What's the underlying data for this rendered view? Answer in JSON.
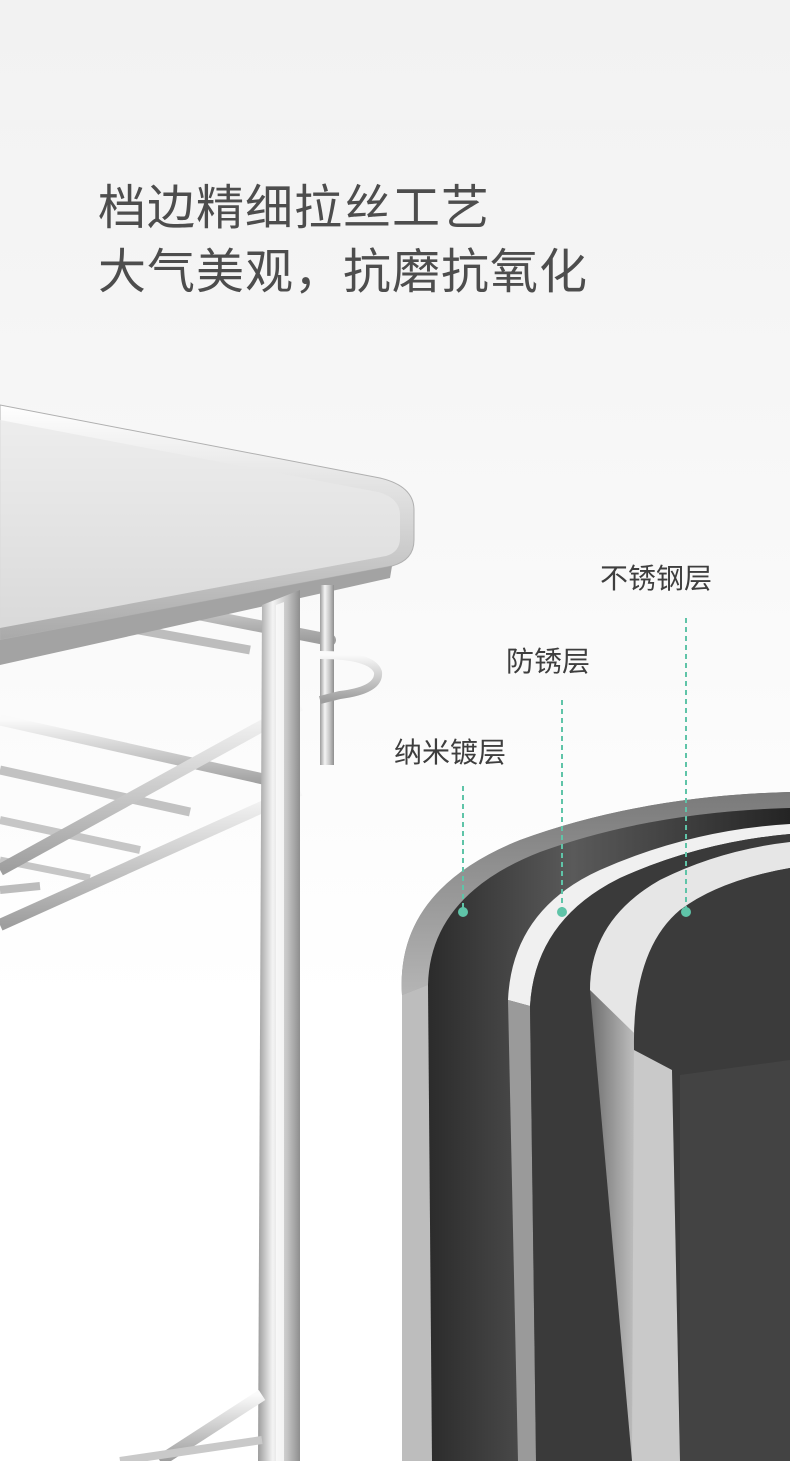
{
  "headline": {
    "line1": "档边精细拉丝工艺",
    "line2": "大气美观，抗磨抗氧化"
  },
  "layers": [
    {
      "name": "纳米镀层"
    },
    {
      "name": "防锈层"
    },
    {
      "name": "不锈钢层"
    }
  ],
  "colors": {
    "headline": "#4d4d4d",
    "label": "#3e3e3e",
    "leader_line": "#5fc4a8",
    "steel_dark": "#3c3c3c",
    "steel_light": "#d9d9d9"
  }
}
